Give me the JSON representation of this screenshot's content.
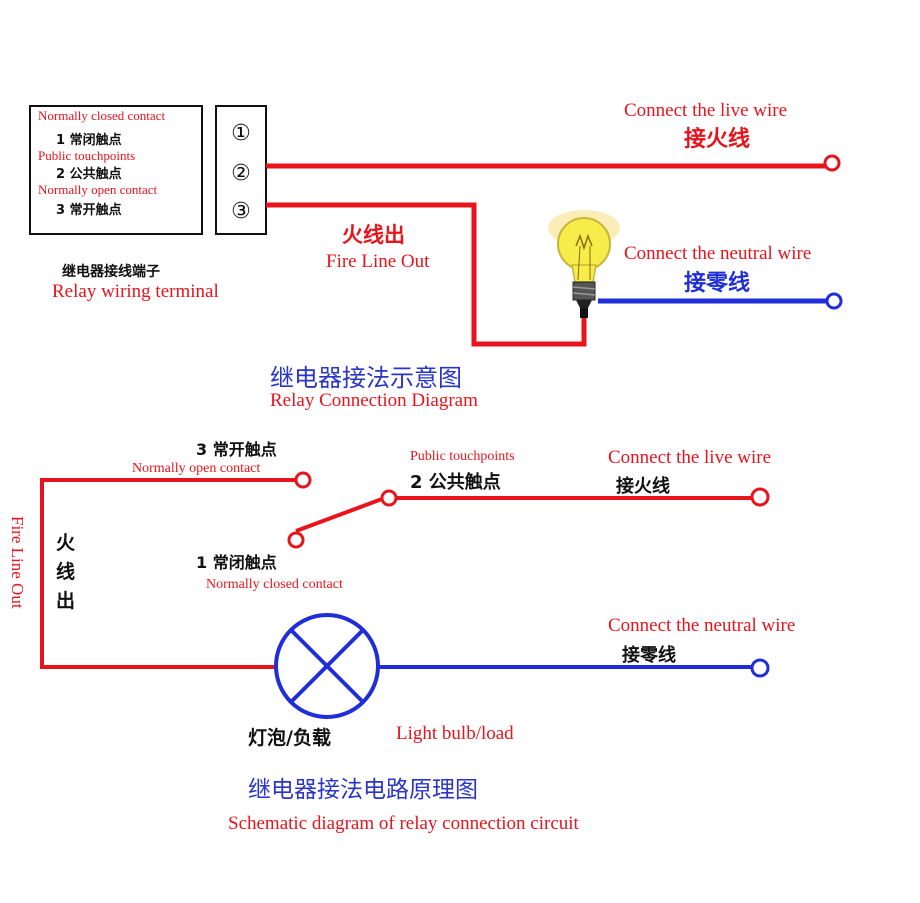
{
  "colors": {
    "live": "#e8141c",
    "neutral": "#1f2ed8",
    "caption_cn": "#2a35c8",
    "black": "#111111",
    "english": "#e8141c"
  },
  "top_diagram": {
    "terminal": {
      "nc_en": "Normally closed contact",
      "nc_cn": "1 常闭触点",
      "com_en": "Public touchpoints",
      "com_cn": "2 公共触点",
      "no_en": "Normally open contact",
      "no_cn": "3 常开触点",
      "pin1": "①",
      "pin2": "②",
      "pin3": "③",
      "caption_cn": "继电器接线端子",
      "caption_en": "Relay wiring terminal"
    },
    "live": {
      "en": "Connect the live wire",
      "cn": "接火线"
    },
    "fire_out": {
      "cn": "火线出",
      "en": "Fire Line Out"
    },
    "neutral": {
      "en": "Connect the neutral wire",
      "cn": "接零线"
    },
    "title_cn": "继电器接法示意图",
    "title_en": "Relay Connection Diagram"
  },
  "bottom_diagram": {
    "no_cn": "3 常开触点",
    "no_en": "Normally open contact",
    "com_en": "Public touchpoints",
    "com_cn": "2 公共触点",
    "nc_cn": "1 常闭触点",
    "nc_en": "Normally closed contact",
    "live": {
      "en": "Connect the live wire",
      "cn": "接火线"
    },
    "neutral": {
      "en": "Connect the neutral wire",
      "cn": "接零线"
    },
    "fire_out_en": "Fire Line Out",
    "fire_out_cn": [
      "火",
      "线",
      "出"
    ],
    "load_cn": "灯泡/负载",
    "load_en": "Light bulb/load",
    "title_cn": "继电器接法电路原理图",
    "title_en": "Schematic diagram of relay connection circuit"
  }
}
